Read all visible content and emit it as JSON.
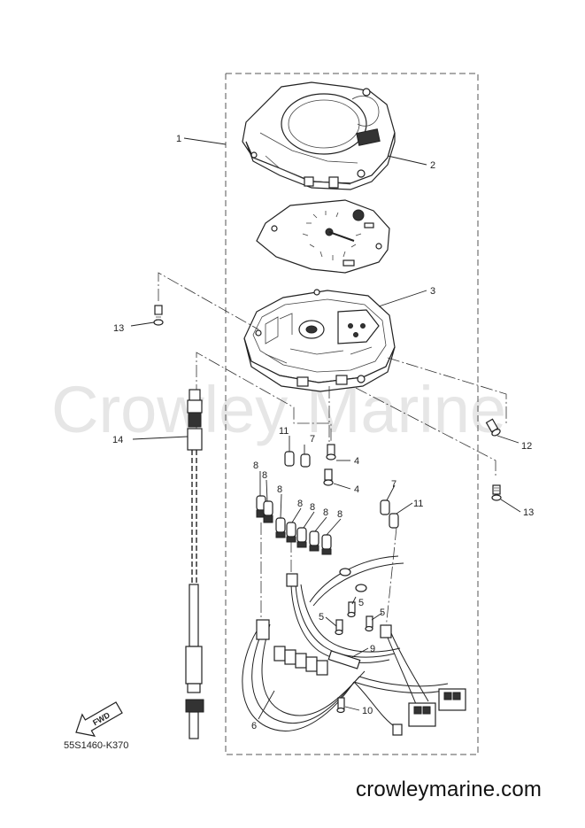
{
  "watermark": "Crowley Marine",
  "diagram_code": "55S1460-K370",
  "website": "crowleymarine.com",
  "fwd_label": "FWD",
  "callouts": [
    {
      "id": "c1",
      "text": "1"
    },
    {
      "id": "c2",
      "text": "2"
    },
    {
      "id": "c3",
      "text": "3"
    },
    {
      "id": "c4a",
      "text": "4"
    },
    {
      "id": "c4b",
      "text": "4"
    },
    {
      "id": "c5a",
      "text": "5"
    },
    {
      "id": "c5b",
      "text": "5"
    },
    {
      "id": "c5c",
      "text": "5"
    },
    {
      "id": "c6",
      "text": "6"
    },
    {
      "id": "c7a",
      "text": "7"
    },
    {
      "id": "c7b",
      "text": "7"
    },
    {
      "id": "c8a",
      "text": "8"
    },
    {
      "id": "c8b",
      "text": "8"
    },
    {
      "id": "c8c",
      "text": "8"
    },
    {
      "id": "c8d",
      "text": "8"
    },
    {
      "id": "c8e",
      "text": "8"
    },
    {
      "id": "c8f",
      "text": "8"
    },
    {
      "id": "c8g",
      "text": "8"
    },
    {
      "id": "c9",
      "text": "9"
    },
    {
      "id": "c10",
      "text": "10"
    },
    {
      "id": "c11a",
      "text": "11"
    },
    {
      "id": "c11b",
      "text": "11"
    },
    {
      "id": "c12",
      "text": "12"
    },
    {
      "id": "c13a",
      "text": "13"
    },
    {
      "id": "c13b",
      "text": "13"
    },
    {
      "id": "c14",
      "text": "14"
    }
  ]
}
